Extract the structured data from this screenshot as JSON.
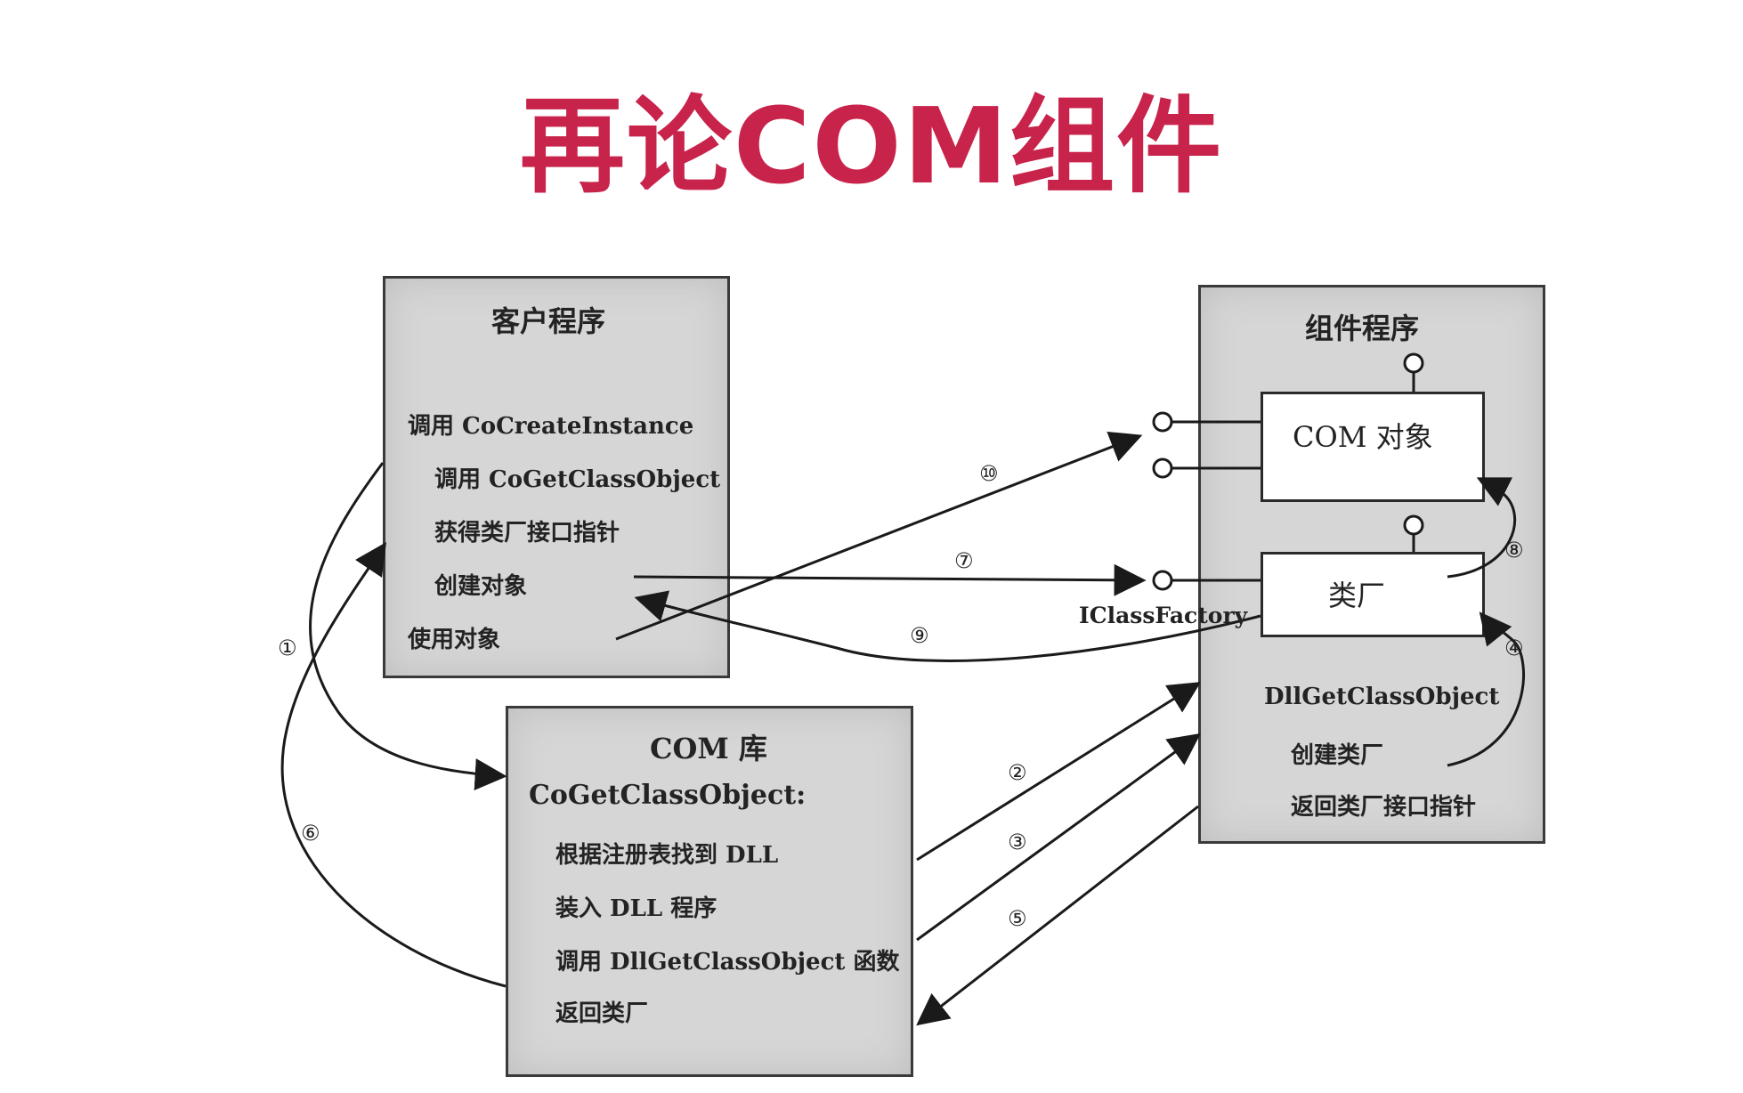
{
  "title": "再论COM组件",
  "client": {
    "header": "客户程序",
    "lines": [
      "调用 CoCreateInstance",
      "调用 CoGetClassObject",
      "获得类厂接口指针",
      "创建对象",
      "使用对象"
    ]
  },
  "comlib": {
    "header": "COM 库",
    "subheader": "CoGetClassObject:",
    "lines": [
      "根据注册表找到 DLL",
      "装入 DLL 程序",
      "调用 DllGetClassObject 函数",
      "返回类厂"
    ]
  },
  "component": {
    "header": "组件程序",
    "com_object": "COM 对象",
    "class_factory": "类厂",
    "interface_label": "IClassFactory",
    "lines": [
      "DllGetClassObject",
      "创建类厂",
      "返回类厂接口指针"
    ]
  },
  "steps": [
    "①",
    "②",
    "③",
    "④",
    "⑤",
    "⑥",
    "⑦",
    "⑧",
    "⑨",
    "⑩"
  ]
}
